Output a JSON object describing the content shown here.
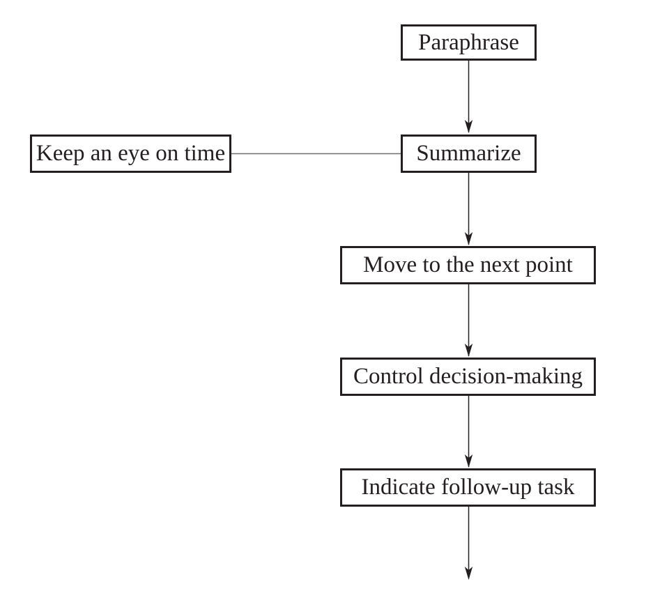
{
  "diagram": {
    "type": "flowchart",
    "background_color": "#ffffff",
    "box_border_color": "#231f20",
    "text_color": "#231f20",
    "arrow_color": "#231f20",
    "side_connector_color": "#6d6e71",
    "nodes": [
      {
        "id": "paraphrase",
        "label": "Paraphrase"
      },
      {
        "id": "keep-an-eye-on-time",
        "label": "Keep an eye on time"
      },
      {
        "id": "summarize",
        "label": "Summarize"
      },
      {
        "id": "move-to-the-next-point",
        "label": "Move to the next point"
      },
      {
        "id": "control-decision-making",
        "label": "Control decision-making"
      },
      {
        "id": "indicate-follow-up-task",
        "label": "Indicate follow-up task"
      }
    ],
    "edges": [
      {
        "from": "paraphrase",
        "to": "summarize",
        "style": "arrow"
      },
      {
        "from": "keep-an-eye-on-time",
        "to": "summarize",
        "style": "plain-line"
      },
      {
        "from": "summarize",
        "to": "move-to-the-next-point",
        "style": "arrow"
      },
      {
        "from": "move-to-the-next-point",
        "to": "control-decision-making",
        "style": "arrow"
      },
      {
        "from": "control-decision-making",
        "to": "indicate-follow-up-task",
        "style": "arrow"
      },
      {
        "from": "indicate-follow-up-task",
        "to": "(exit)",
        "style": "arrow"
      }
    ]
  }
}
